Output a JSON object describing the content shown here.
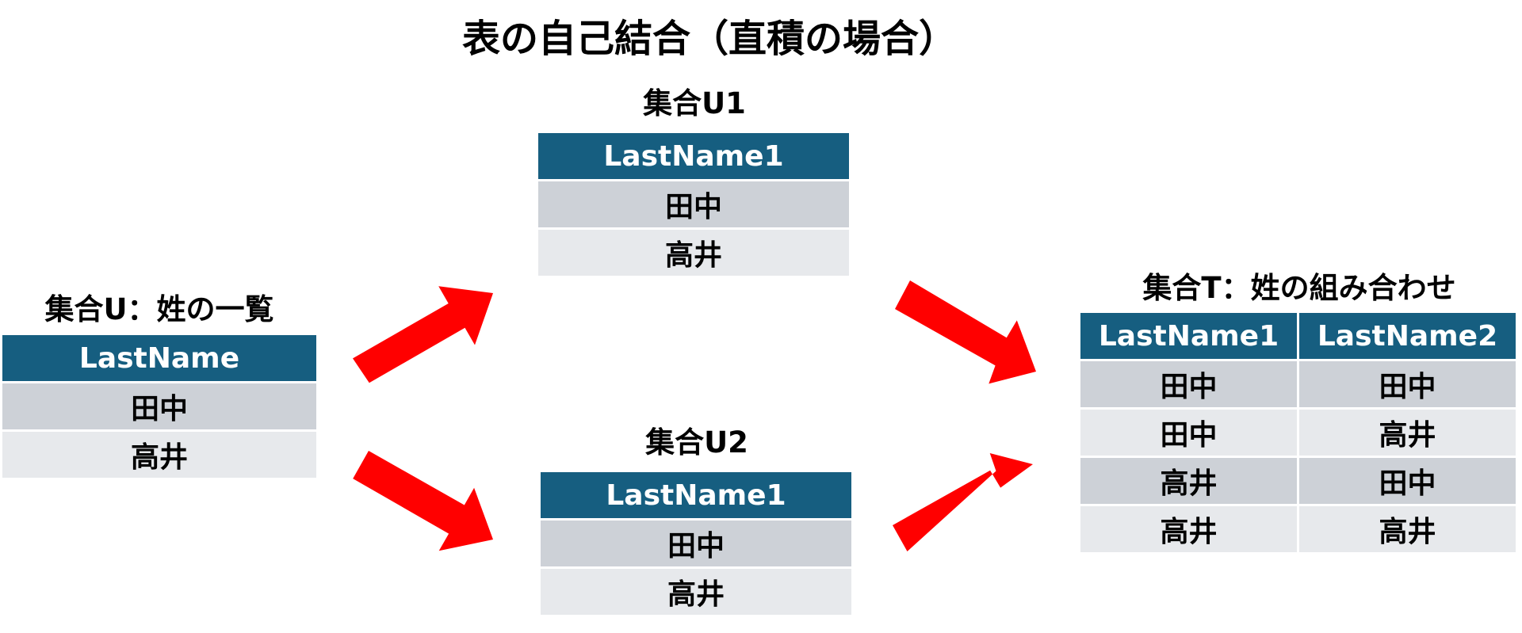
{
  "title": "表の自己結合（直積の場合）",
  "set_u": {
    "label": "集合U：姓の一覧",
    "header": "LastName",
    "rows": [
      "田中",
      "高井"
    ]
  },
  "set_u1": {
    "label": "集合U1",
    "header": "LastName1",
    "rows": [
      "田中",
      "高井"
    ]
  },
  "set_u2": {
    "label": "集合U2",
    "header": "LastName1",
    "rows": [
      "田中",
      "高井"
    ]
  },
  "set_t": {
    "label": "集合T：姓の組み合わせ",
    "headers": [
      "LastName1",
      "LastName2"
    ],
    "rows": [
      [
        "田中",
        "田中"
      ],
      [
        "田中",
        "高井"
      ],
      [
        "高井",
        "田中"
      ],
      [
        "高井",
        "高井"
      ]
    ]
  },
  "arrow_color": "#ff0000",
  "header_color": "#165e80",
  "row_dark_color": "#cdd1d7",
  "row_light_color": "#e7e9ec"
}
